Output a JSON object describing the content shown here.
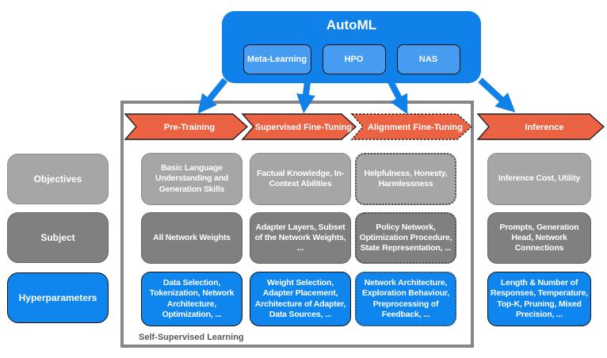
{
  "automl": {
    "title": "AutoML",
    "methods": [
      "Meta-Learning",
      "HPO",
      "NAS"
    ]
  },
  "stages": {
    "pre_training": "Pre-Training",
    "sft": "Supervised Fine-Tuning",
    "alignment": "Alignment Fine-Tuning",
    "inference": "Inference"
  },
  "rows": {
    "objectives": "Objectives",
    "subject": "Subject",
    "hyperparameters": "Hyperparameters"
  },
  "cells": {
    "objectives": [
      "Basic Language Understanding and Generation Skills",
      "Factual Knowledge, In-Context Abilities",
      "Helpfulness, Honesty, Harmlessness",
      "Inference Cost, Utility"
    ],
    "subject": [
      "All Network Weights",
      "Adapter Layers, Subset of the Network Weights, ...",
      "Policy Network, Optimization Procedure, State Representation, ...",
      "Prompts, Generation Head, Network Connections"
    ],
    "hyperparameters": [
      "Data Selection, Tokenization, Network Architecture, Optimization, ...",
      "Weight Selection, Adapter Placement, Architecture of Adapter, Data Sources, ...",
      "Network Architecture, Exploration Behaviour, Preprocessing of Feedback, ...",
      "Length & Number of Responses, Temperature, Top-K, Pruning, Mixed Precision, ..."
    ]
  },
  "footer": {
    "self_supervised_label": "Self-Supervised Learning"
  },
  "colors": {
    "primary_blue": "#1081E8",
    "light_blue": "#459CF1",
    "orange": "#EC6343",
    "light_gray": "#A6A6A6",
    "dark_gray": "#808080",
    "frame_gray": "#868686"
  }
}
